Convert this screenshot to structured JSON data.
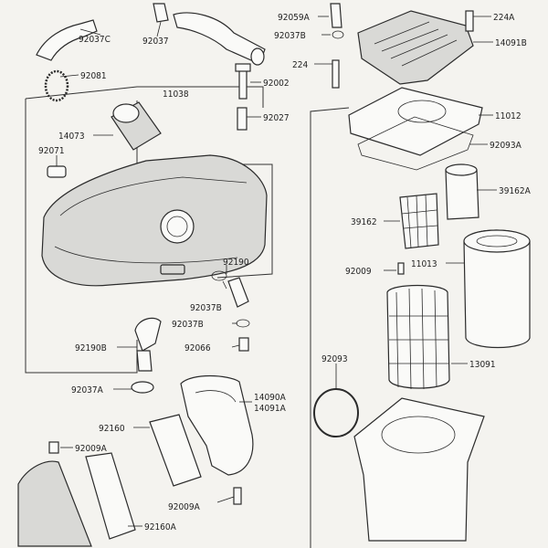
{
  "labels": {
    "l92037C": "92037C",
    "l92037": "92037",
    "l92059A": "92059A",
    "l92037B_top": "92037B",
    "l224A": "224A",
    "l14091B": "14091B",
    "l224": "224",
    "l92081": "92081",
    "l11038": "11038",
    "l92002": "92002",
    "l11012": "11012",
    "l92027": "92027",
    "l14073": "14073",
    "l92093A": "92093A",
    "l92071": "92071",
    "l39162A": "39162A",
    "l39162": "39162",
    "l11013": "11013",
    "l92009": "92009",
    "l92190": "92190",
    "l92037B_mid": "92037B",
    "l92037B_low": "92037B",
    "l92190B": "92190B",
    "l92066": "92066",
    "l92093": "92093",
    "l13091": "13091",
    "l92037A": "92037A",
    "l14090A": "14090A",
    "l14091A": "14091A",
    "l92160": "92160",
    "l92009A_left": "92009A",
    "l92009A_bottom": "92009A",
    "l92160A": "92160A"
  }
}
